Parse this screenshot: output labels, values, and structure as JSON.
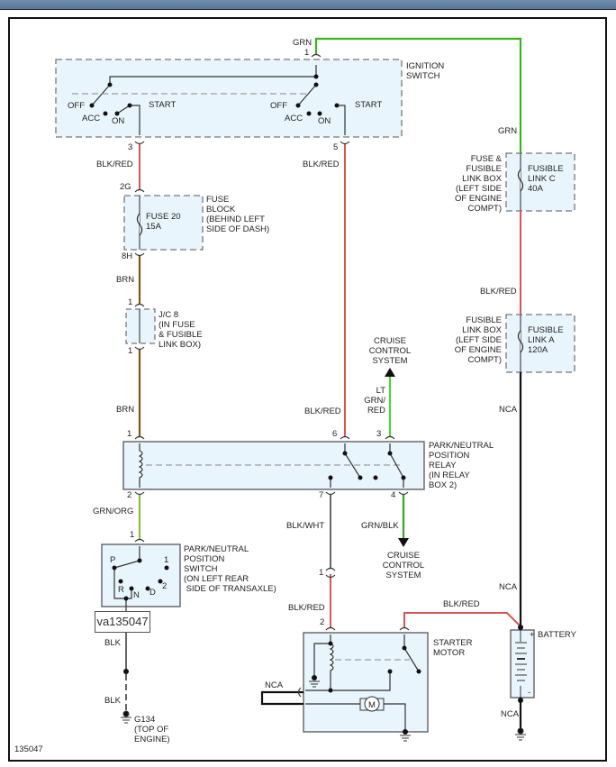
{
  "diagram_id": "135047",
  "image_label": "va135047",
  "colors": {
    "grn": "#3cb31a",
    "blk_red": "#d95555",
    "brn": "#7a5a14",
    "lt_grn": "#4fd435",
    "grn_org": "#86c23a",
    "blk_wht": "#666666",
    "grn_blk": "#3aa52a",
    "blk": "#111111",
    "box_fill": "#e9f5fd"
  },
  "components": {
    "ignition_switch": {
      "label": "IGNITION\nSWITCH",
      "positions_left": [
        "OFF",
        "ACC",
        "ON",
        "START"
      ],
      "positions_right": [
        "OFF",
        "ACC",
        "ON",
        "START"
      ],
      "pins": {
        "in": "1",
        "out_left": "3",
        "out_right": "5"
      }
    },
    "fuse_block": {
      "label": "FUSE\nBLOCK\n(BEHIND LEFT\nSIDE OF DASH)",
      "fuse": "FUSE 20\n15A",
      "pins": {
        "in": "2G",
        "out": "8H"
      }
    },
    "jc8": {
      "label": "J/C 8\n(IN FUSE\n& FUSIBLE\nLINK BOX)",
      "pins": {
        "in": "1",
        "out": "1"
      }
    },
    "fusible_link_c": {
      "box_label": "FUSE &\nFUSIBLE\nLINK BOX\n(LEFT SIDE\nOF ENGINE\nCOMPT)",
      "label": "FUSIBLE\nLINK C\n40A"
    },
    "fusible_link_a": {
      "box_label": "FUSIBLE\nLINK BOX\n(LEFT SIDE\nOF ENGINE\nCOMPT)",
      "label": "FUSIBLE\nLINK A\n120A"
    },
    "pn_relay": {
      "label": "PARK/NEUTRAL\nPOSITION\nRELAY\n(IN RELAY\nBOX 2)",
      "pins": [
        "1",
        "6",
        "3",
        "2",
        "7",
        "4"
      ]
    },
    "pn_switch": {
      "label": "PARK/NEUTRAL\nPOSITION\nSWITCH\n(ON LEFT REAR\n SIDE OF TRANSAXLE)",
      "positions": [
        "P",
        "R",
        "N",
        "D",
        "2",
        "1"
      ],
      "pin": "1"
    },
    "cruise_up": {
      "label": "CRUISE\nCONTROL\nSYSTEM"
    },
    "cruise_down": {
      "label": "CRUISE\nCONTROL\nSYSTEM"
    },
    "starter_motor": {
      "label": "STARTER\nMOTOR",
      "pin": "2",
      "motor_symbol": "M"
    },
    "battery": {
      "label": "BATTERY",
      "plus": "+",
      "minus": "-"
    },
    "ground_g134": {
      "label": "G134\n(TOP OF\nENGINE)"
    }
  },
  "wires": {
    "w_grn_top": "GRN",
    "w_grn_right": "GRN",
    "w_blkred_3": "BLK/RED",
    "w_blkred_5": "BLK/RED",
    "w_brn_1": "BRN",
    "w_brn_2": "BRN",
    "w_blkred_fl": "BLK/RED",
    "w_nca_right": "NCA",
    "w_blkred_6": "BLK/RED",
    "w_ltgrn": "LT\nGRN/\nRED",
    "w_grnorg": "GRN/ORG",
    "w_blkwht": "BLK/WHT",
    "w_grnblk": "GRN/BLK",
    "w_blkred_st": "BLK/RED",
    "w_blkred_bat": "BLK/RED",
    "w_nca_bat_top": "NCA",
    "w_nca_bat_bot": "NCA",
    "w_nca_st": "NCA",
    "w_blk_1": "BLK",
    "w_blk_2": "BLK"
  },
  "pin_labels": {
    "ign_1": "1",
    "ign_3": "3",
    "ign_5": "5",
    "fb_2g": "2G",
    "fb_8h": "8H",
    "jc_in": "1",
    "jc_out": "1",
    "r1": "1",
    "r6": "6",
    "r3": "3",
    "r2": "2",
    "r7": "7",
    "r4": "4",
    "sw1": "1",
    "conn1": "1",
    "st2": "2"
  }
}
